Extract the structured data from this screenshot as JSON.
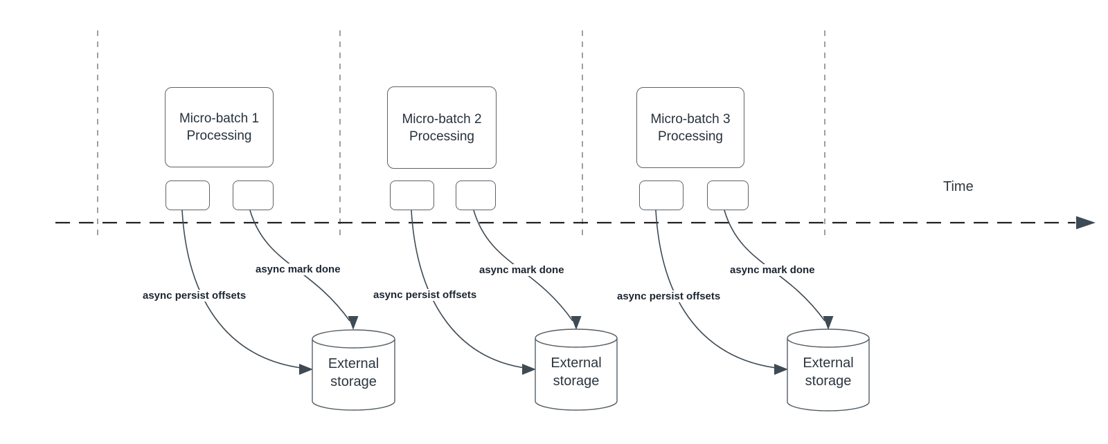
{
  "diagram": {
    "time_axis_label": "Time",
    "batches": [
      {
        "title_line1": "Micro-batch 1",
        "title_line2": "Processing",
        "persist_label": "async persist offsets",
        "done_label": "async mark done",
        "storage_title_line1": "External",
        "storage_title_line2": "storage"
      },
      {
        "title_line1": "Micro-batch 2",
        "title_line2": "Processing",
        "persist_label": "async persist offsets",
        "done_label": "async mark done",
        "storage_title_line1": "External",
        "storage_title_line2": "storage"
      },
      {
        "title_line1": "Micro-batch 3",
        "title_line2": "Processing",
        "persist_label": "async persist offsets",
        "done_label": "async mark done",
        "storage_title_line1": "External",
        "storage_title_line2": "storage"
      }
    ],
    "colors": {
      "background": "#ffffff",
      "curve_stroke": "#3e4a54",
      "shape_stroke": "#5a626a",
      "label_text": "#1b2530",
      "timeline_stroke": "#212121",
      "gridline_stroke": "#9aa0a4"
    }
  }
}
